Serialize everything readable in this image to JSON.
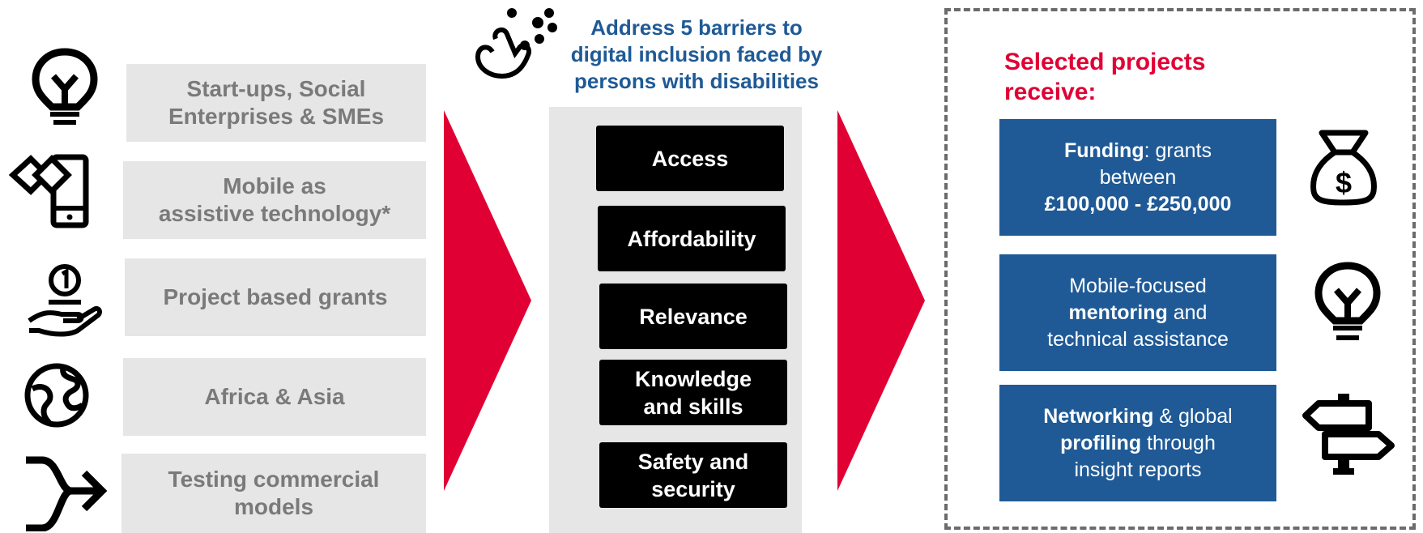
{
  "left": {
    "items": [
      {
        "line1": "Start-ups, Social",
        "line2": "Enterprises & SMEs",
        "icon": "lightbulb-icon"
      },
      {
        "line1": "Mobile as",
        "line2": "assistive technology*",
        "icon": "mobile-phone-icon"
      },
      {
        "line1": "Project based grants",
        "line2": "",
        "icon": "hand-coin-icon"
      },
      {
        "line1": "Africa & Asia",
        "line2": "",
        "icon": "globe-icon"
      },
      {
        "line1": "Testing commercial",
        "line2": "models",
        "icon": "merge-arrow-icon"
      }
    ]
  },
  "middle": {
    "title_line1": "Address 5 barriers to",
    "title_line2": "digital inclusion faced by",
    "title_line3": "persons with disabilities",
    "icon": "touch-gesture-icon",
    "barriers": [
      {
        "line1": "Access",
        "line2": ""
      },
      {
        "line1": "Affordability",
        "line2": ""
      },
      {
        "line1": "Relevance",
        "line2": ""
      },
      {
        "line1": "Knowledge",
        "line2": "and skills"
      },
      {
        "line1": "Safety and",
        "line2": "security"
      }
    ]
  },
  "right": {
    "title_line1": "Selected projects",
    "title_line2": "receive:",
    "boxes": [
      {
        "b1": "Funding",
        "t1": ": grants",
        "t2": "between",
        "b2": "£100,000 - £250,000",
        "icon": "money-bag-icon"
      },
      {
        "t1": "Mobile-focused",
        "b1": "mentoring",
        "t2": " and",
        "t3": "technical assistance",
        "icon": "lightbulb-icon"
      },
      {
        "b1": "Networking",
        "t1": " & global",
        "b2": "profiling",
        "t2": " through",
        "t3": "insight reports",
        "icon": "signpost-icon"
      }
    ]
  },
  "colors": {
    "accent_red": "#e00034",
    "blue": "#1f5a96",
    "grey_box": "#e6e6e6",
    "grey_text": "#7a7a7a"
  }
}
